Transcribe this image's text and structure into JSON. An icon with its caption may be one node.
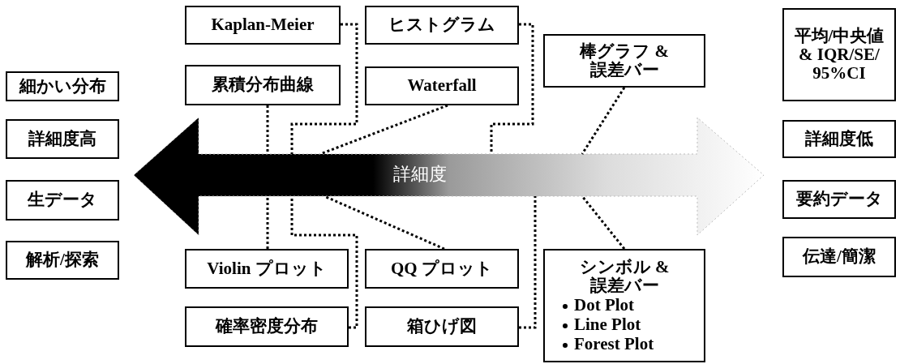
{
  "diagram": {
    "nodes": [
      {
        "text": [
          "細かい分布"
        ]
      },
      {
        "text": [
          "詳細度高"
        ]
      },
      {
        "text": [
          "生データ"
        ]
      },
      {
        "text": [
          "解析/探索"
        ]
      },
      {
        "text": [
          "Kaplan-Meier"
        ]
      },
      {
        "text": [
          "累積分布曲線"
        ]
      },
      {
        "text": [
          "ヒストグラム"
        ]
      },
      {
        "text": [
          "Waterfall"
        ]
      },
      {
        "text": [
          "棒グラフ & 誤差バー"
        ]
      },
      {
        "text": [
          "詳細度"
        ]
      },
      {
        "text": [
          "Violin プロット"
        ]
      },
      {
        "text": [
          "確率密度分布"
        ]
      },
      {
        "text": [
          "QQ プロット"
        ]
      },
      {
        "text": [
          "箱ひげ図"
        ]
      },
      {
        "text": [
          "シンボル & 誤差バー",
          "Dot Plot",
          "Line Plot",
          "Forest Plot"
        ]
      },
      {
        "text": [
          "平均/中央値 & IQR/SE/ 95%CI"
        ]
      },
      {
        "text": [
          "詳細度低"
        ]
      },
      {
        "text": [
          "要約データ"
        ]
      },
      {
        "text": [
          "伝達/簡潔"
        ]
      }
    ],
    "edges": [
      {
        "from": 4,
        "to": 9,
        "arrow": "none",
        "style": "dashed"
      },
      {
        "from": 5,
        "to": 9,
        "arrow": "none",
        "style": "dashed"
      },
      {
        "from": 6,
        "to": 9,
        "arrow": "none",
        "style": "dashed"
      },
      {
        "from": 7,
        "to": 9,
        "arrow": "none",
        "style": "dashed"
      },
      {
        "from": 8,
        "to": 9,
        "arrow": "none",
        "style": "dashed"
      },
      {
        "from": 10,
        "to": 9,
        "arrow": "none",
        "style": "dashed"
      },
      {
        "from": 11,
        "to": 9,
        "arrow": "none",
        "style": "dashed"
      },
      {
        "from": 12,
        "to": 9,
        "arrow": "none",
        "style": "dashed"
      },
      {
        "from": 13,
        "to": 9,
        "arrow": "none",
        "style": "dashed"
      },
      {
        "from": 14,
        "to": 9,
        "arrow": "none",
        "style": "dashed"
      }
    ]
  }
}
